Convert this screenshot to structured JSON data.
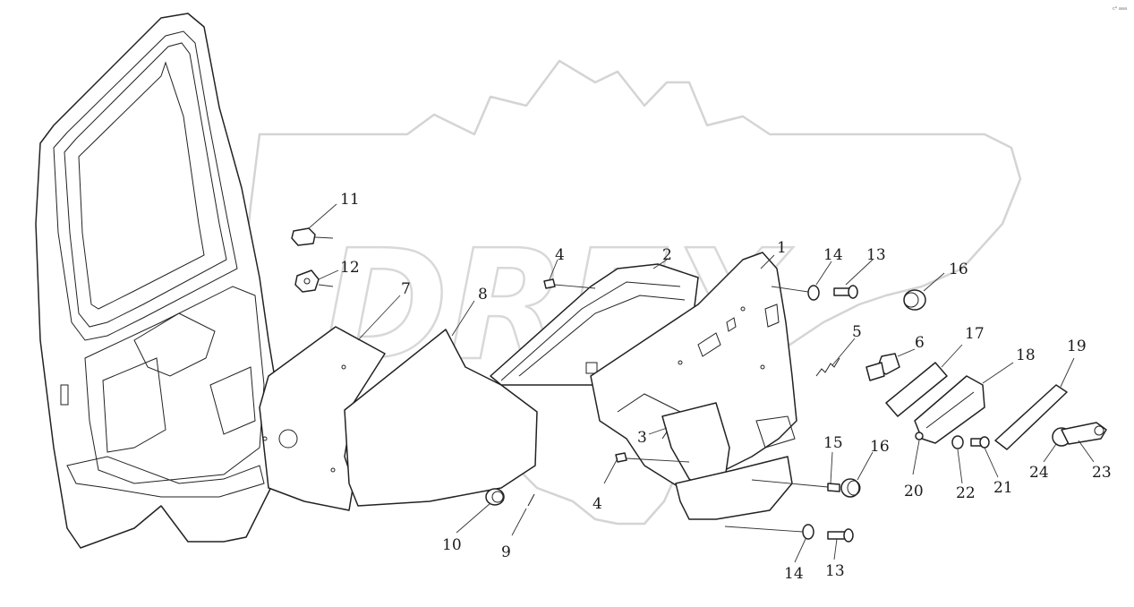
{
  "corner_tag": "c* aaa",
  "watermark": {
    "text": "DREX"
  },
  "callouts": [
    {
      "id": "c11a",
      "label": "11"
    },
    {
      "id": "c12",
      "label": "12"
    },
    {
      "id": "c7",
      "label": "7"
    },
    {
      "id": "c8",
      "label": "8"
    },
    {
      "id": "c4a",
      "label": "4"
    },
    {
      "id": "c2",
      "label": "2"
    },
    {
      "id": "c1",
      "label": "1"
    },
    {
      "id": "c14a",
      "label": "14"
    },
    {
      "id": "c13a",
      "label": "13"
    },
    {
      "id": "c16a",
      "label": "16"
    },
    {
      "id": "c5",
      "label": "5"
    },
    {
      "id": "c6",
      "label": "6"
    },
    {
      "id": "c17",
      "label": "17"
    },
    {
      "id": "c18",
      "label": "18"
    },
    {
      "id": "c19",
      "label": "19"
    },
    {
      "id": "c3",
      "label": "3"
    },
    {
      "id": "c4b",
      "label": "4"
    },
    {
      "id": "c15",
      "label": "15"
    },
    {
      "id": "c16b",
      "label": "16"
    },
    {
      "id": "c20",
      "label": "20"
    },
    {
      "id": "c22",
      "label": "22"
    },
    {
      "id": "c21",
      "label": "21"
    },
    {
      "id": "c24",
      "label": "24"
    },
    {
      "id": "c23",
      "label": "23"
    },
    {
      "id": "c10",
      "label": "10"
    },
    {
      "id": "c9",
      "label": "9"
    },
    {
      "id": "c14b",
      "label": "14"
    },
    {
      "id": "c13b",
      "label": "13"
    }
  ]
}
